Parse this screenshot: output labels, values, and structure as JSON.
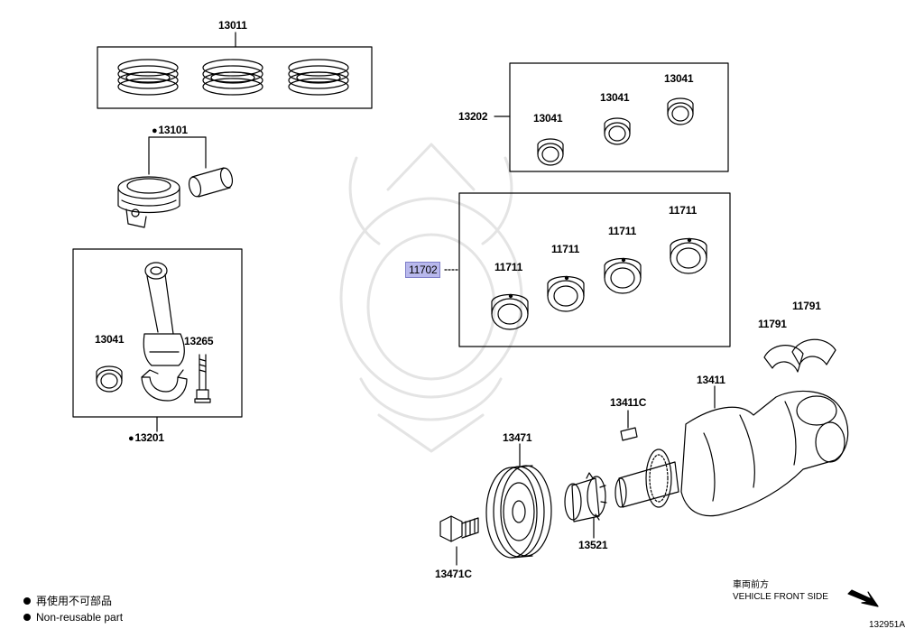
{
  "parts": {
    "p13011": "13011",
    "p13101": "13101",
    "p13202": "13202",
    "p13041_a": "13041",
    "p13041_b": "13041",
    "p13041_c": "13041",
    "p11702": "11702",
    "p11711_a": "11711",
    "p11711_b": "11711",
    "p11711_c": "11711",
    "p11711_d": "11711",
    "p11791_a": "11791",
    "p11791_b": "11791",
    "p13041_d": "13041",
    "p13265": "13265",
    "p13201": "13201",
    "p13411": "13411",
    "p13411c": "13411C",
    "p13471": "13471",
    "p13471c": "13471C",
    "p13521": "13521"
  },
  "legend": {
    "jp": "再使用不可部品",
    "en": "Non-reusable part"
  },
  "direction": {
    "jp": "車両前方",
    "en": "VEHICLE FRONT SIDE"
  },
  "figure_code": "132951A",
  "highlight_color": "#b8b8ec"
}
